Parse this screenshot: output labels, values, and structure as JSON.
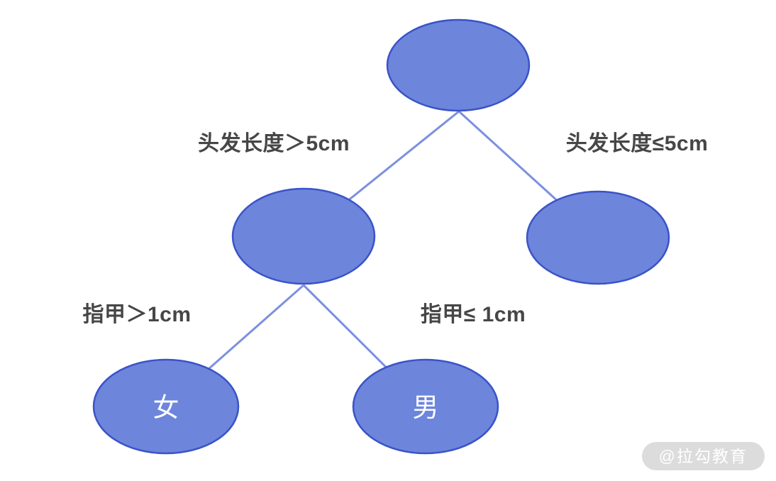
{
  "diagram": {
    "type": "decision-tree",
    "nodes": [
      {
        "id": "root",
        "label": ""
      },
      {
        "id": "left-branch",
        "label": ""
      },
      {
        "id": "right-branch",
        "label": ""
      },
      {
        "id": "leaf-female",
        "label": "女"
      },
      {
        "id": "leaf-male",
        "label": "男"
      }
    ],
    "edges": [
      {
        "from": "root",
        "to": "left-branch",
        "label": "头发长度＞5cm"
      },
      {
        "from": "root",
        "to": "right-branch",
        "label": "头发长度≤5cm"
      },
      {
        "from": "left-branch",
        "to": "leaf-female",
        "label": "指甲＞1cm"
      },
      {
        "from": "left-branch",
        "to": "leaf-male",
        "label": "指甲≤ 1cm"
      }
    ],
    "colors": {
      "node_fill": "#6d85db",
      "node_border": "#3a53c8",
      "edge_line": "#7c90df",
      "edge_label_text": "#464646",
      "node_text": "#ffffff"
    }
  },
  "watermark": {
    "text": "@拉勾教育",
    "background": "#dcdcdc",
    "text_color": "#ffffff"
  }
}
